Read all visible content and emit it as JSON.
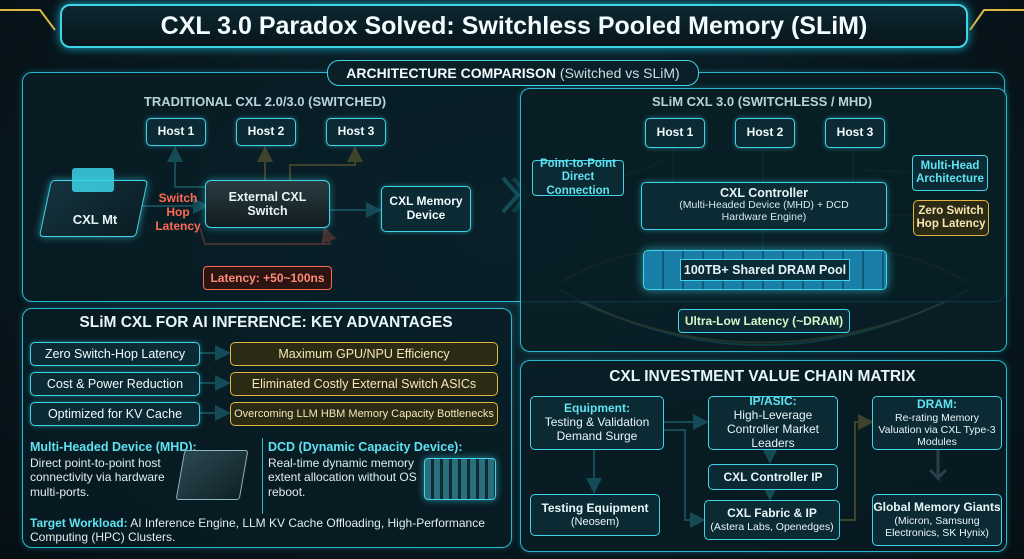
{
  "title": "CXL 3.0 Paradox Solved: Switchless Pooled Memory (SLiM)",
  "arch": {
    "label_bold": "ARCHITECTURE COMPARISON",
    "label_rest": " (Switched vs SLiM)",
    "left_title": "TRADITIONAL CXL 2.0/3.0 (SWITCHED)",
    "right_title": "SLiM CXL 3.0 (SWITCHLESS / MHD)",
    "left": {
      "hosts": [
        "Host 1",
        "Host 2",
        "Host 3"
      ],
      "chip_label": "CXL Mt",
      "switch_hop": "Switch Hop Latency",
      "switch": "External CXL Switch",
      "memory": "CXL Memory Device",
      "latency": "Latency: +50~100ns"
    },
    "right": {
      "hosts": [
        "Host 1",
        "Host 2",
        "Host 3"
      ],
      "p2p": "Point-to-Point Direct Connection",
      "multihead": "Multi-Head Architecture",
      "controller_title": "CXL Controller",
      "controller_sub": "(Multi-Headed Device (MHD) + DCD Hardware Engine)",
      "zero_hop": "Zero Switch Hop Latency",
      "pool": "100TB+ Shared DRAM Pool",
      "ultra": "Ultra-Low Latency (~DRAM)"
    }
  },
  "advantages": {
    "title": "SLiM CXL FOR AI INFERENCE: KEY ADVANTAGES",
    "rows": [
      {
        "left": "Zero Switch-Hop Latency",
        "right": "Maximum GPU/NPU Efficiency"
      },
      {
        "left": "Cost & Power Reduction",
        "right": "Eliminated Costly External Switch ASICs"
      },
      {
        "left": "Optimized for KV Cache",
        "right": "Overcoming LLM HBM Memory Capacity Bottlenecks"
      }
    ],
    "mhd_title": "Multi-Headed Device (MHD):",
    "mhd_text": "Direct point-to-point host connectivity via hardware multi-ports.",
    "dcd_title": "DCD (Dynamic Capacity Device):",
    "dcd_text": "Real-time dynamic memory extent allocation without OS reboot.",
    "target_label": "Target Workload:",
    "target_text": " AI Inference Engine, LLM KV Cache Offloading, High-Performance Computing (HPC) Clusters."
  },
  "value_chain": {
    "title": "CXL INVESTMENT VALUE CHAIN MATRIX",
    "equipment_title": "Equipment:",
    "equipment_text": "Testing & Validation Demand Surge",
    "ipasic_title": "IP/ASIC:",
    "ipasic_text": "High-Leverage Controller Market Leaders",
    "dram_title": "DRAM:",
    "dram_text": "Re-rating Memory Valuation via CXL Type-3 Modules",
    "controller_ip": "CXL Controller IP",
    "testing_title": "Testing Equipment",
    "testing_sub": "(Neosem)",
    "fabric_title": "CXL Fabric & IP",
    "fabric_sub": "(Astera Labs, Openedges)",
    "giants_title": "Global Memory Giants",
    "giants_sub": "(Micron, Samsung Electronics, SK Hynix)"
  },
  "colors": {
    "accent": "#3fd4e8",
    "gold": "#e0b540",
    "red": "#ff6a55"
  }
}
